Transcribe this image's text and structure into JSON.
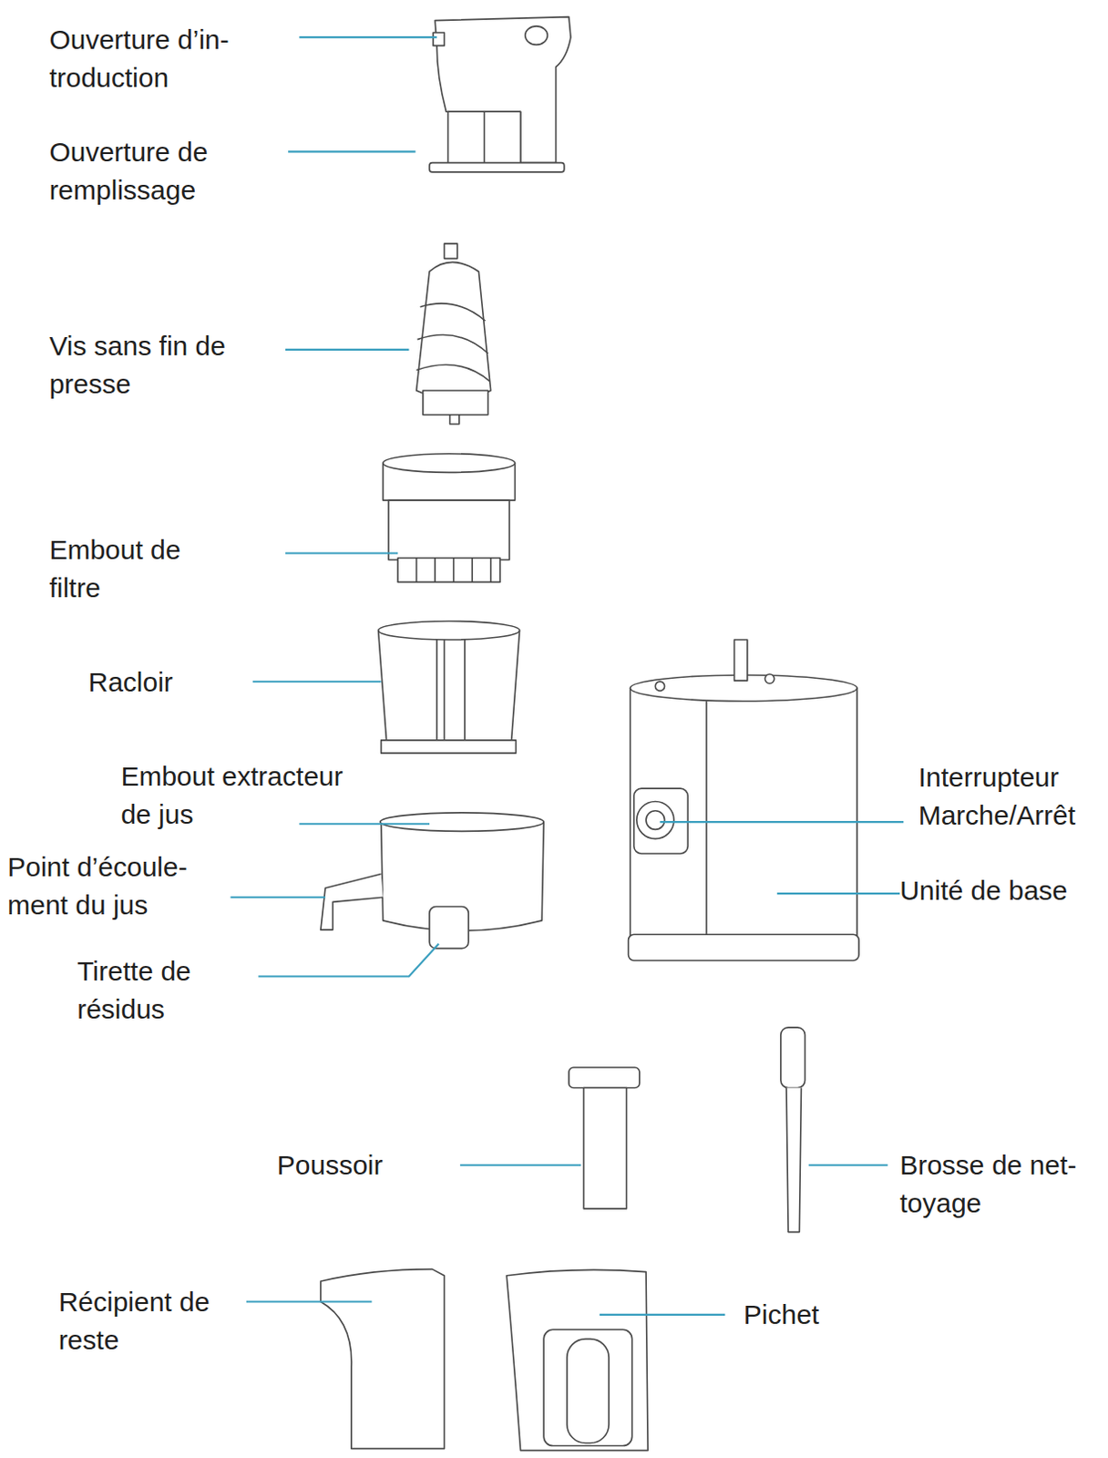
{
  "diagram": {
    "labels": [
      "Ouverture d’in- troduction",
      "Ouverture de remplissage",
      "Vis sans fin de presse",
      "Embout de filtre",
      "Racloir",
      "Embout extracteur de jus",
      "Point d’écoule- ment du jus",
      "Tirette de résidus",
      "Interrupteur Marche/Arrêt",
      "Unité de base",
      "Poussoir",
      "Brosse de net- toyage",
      "Récipient de reste",
      "Pichet"
    ]
  }
}
